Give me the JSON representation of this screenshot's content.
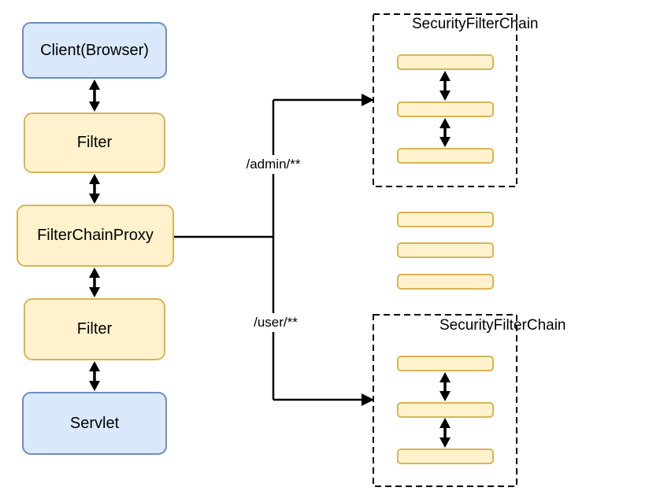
{
  "diagram": {
    "title": "Spring Security FilterChainProxy dispatch diagram",
    "nodes": {
      "client": {
        "label": "Client(Browser)",
        "fill": "#dae8fc",
        "stroke": "#6c8ebf"
      },
      "filter_top": {
        "label": "Filter",
        "fill": "#fff2cc",
        "stroke": "#d6b656"
      },
      "filter_chain_proxy": {
        "label": "FilterChainProxy",
        "fill": "#fff2cc",
        "stroke": "#d6b656"
      },
      "filter_bottom": {
        "label": "Filter",
        "fill": "#fff2cc",
        "stroke": "#d6b656"
      },
      "servlet": {
        "label": "Servlet",
        "fill": "#dae8fc",
        "stroke": "#6c8ebf"
      }
    },
    "routes": {
      "admin": {
        "label": "/admin/**"
      },
      "user": {
        "label": "/user/**"
      }
    },
    "security_filter_chains": {
      "top": {
        "title": "SecurityFilterChain",
        "filter_slot_count": 3
      },
      "bottom": {
        "title": "SecurityFilterChain",
        "filter_slot_count": 3
      }
    },
    "middle_filter_slot_count": 3,
    "colors": {
      "slot_fill": "#fff2cc",
      "slot_stroke": "#d6b656",
      "connector": "#000000",
      "background": "#ffffff"
    }
  }
}
